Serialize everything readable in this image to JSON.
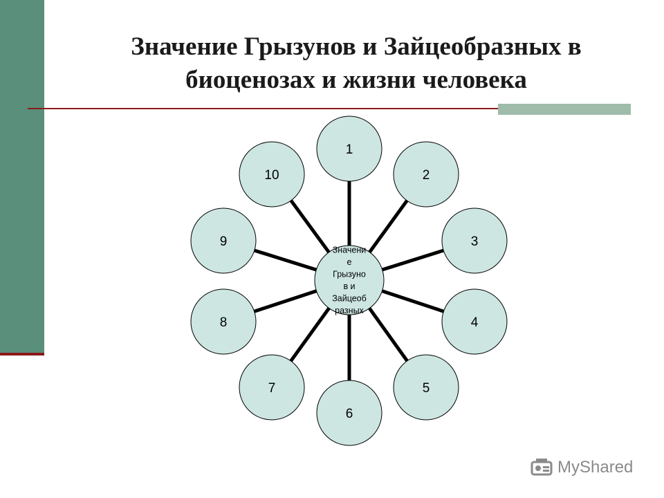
{
  "slide": {
    "title": "Значение Грызунов и Зайцеобразных в биоценозах и жизни человека",
    "title_lines": [
      "Значение Грызунов и Зайцеобразных в",
      "биоценозах и жизни человека"
    ]
  },
  "diagram": {
    "center_label_lines": [
      "Значени",
      "е",
      "Грызуно",
      "в и",
      "Зайцеоб",
      "разных"
    ],
    "nodes": [
      "1",
      "2",
      "3",
      "4",
      "5",
      "6",
      "7",
      "8",
      "9",
      "10"
    ],
    "node_fill": "#cde6e2",
    "center_fill": "#cde6e2"
  },
  "colors": {
    "sidebar": "#5a8f7b",
    "rule": "#8b1a1a",
    "accent": "#9fbcab"
  },
  "watermark": {
    "text": "MyShared",
    "icon": "projector-icon"
  }
}
